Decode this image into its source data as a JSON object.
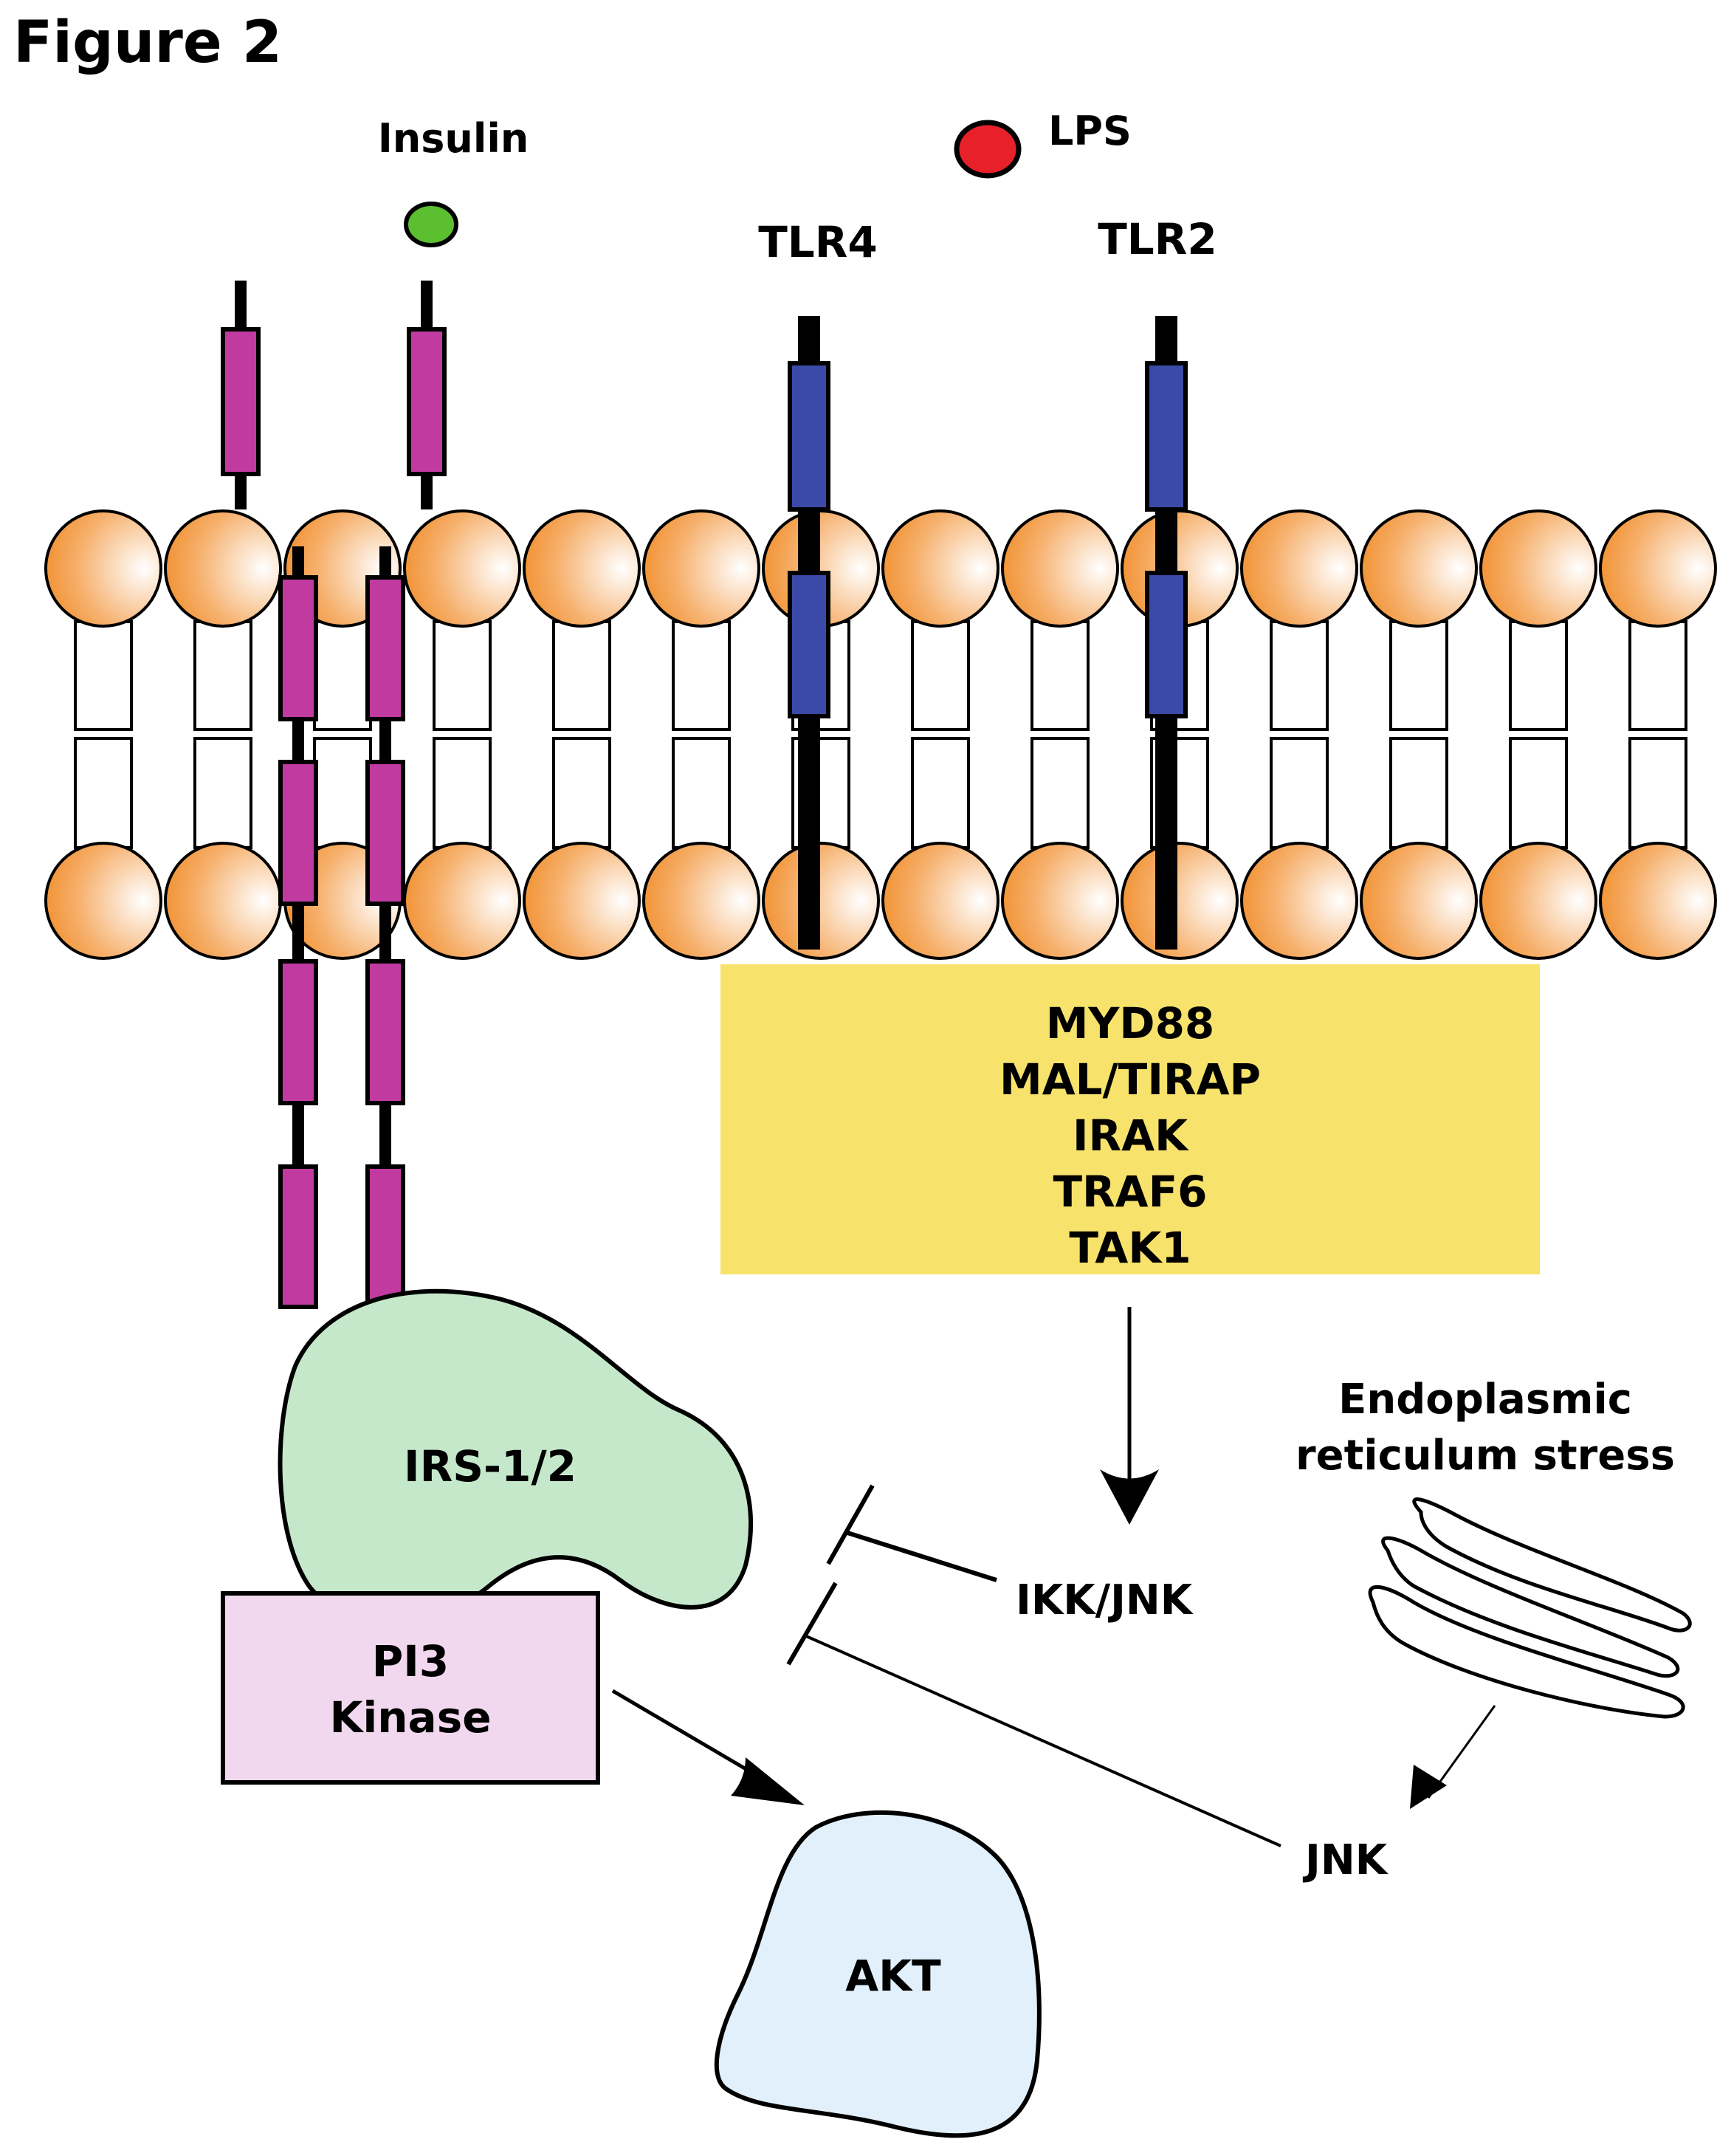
{
  "figure_title": "Figure 2",
  "labels": {
    "insulin": "Insulin",
    "lps": "LPS",
    "tlr4": "TLR4",
    "tlr2": "TLR2",
    "irs": "IRS-1/2",
    "pi3_line1": "PI3",
    "pi3_line2": "Kinase",
    "akt": "AKT",
    "ikk_jnk": "IKK/JNK",
    "jnk": "JNK",
    "er_line1": "Endoplasmic",
    "er_line2": "reticulum stress"
  },
  "adaptor_box": {
    "items": [
      "MYD88",
      "MAL/TIRAP",
      "IRAK",
      "TRAF6",
      "TAK1"
    ]
  },
  "colors": {
    "insulin_receptor": "#c03aa0",
    "tlr_receptor": "#3b4aa8",
    "insulin_ligand": "#5cbf2f",
    "lps_ligand": "#e8202a",
    "lipid_head": "#f08a24",
    "adaptor_box": "#f7e26b",
    "irs": "#c5e8cb",
    "pi3": "#f2d8ef",
    "akt": "#e1f0fa"
  },
  "icons": {
    "insulin_ligand": "green-circle",
    "lps_ligand": "red-circle",
    "er_stress": "endoplasmic-reticulum-folds",
    "activation": "arrow",
    "inhibition": "t-bar"
  }
}
